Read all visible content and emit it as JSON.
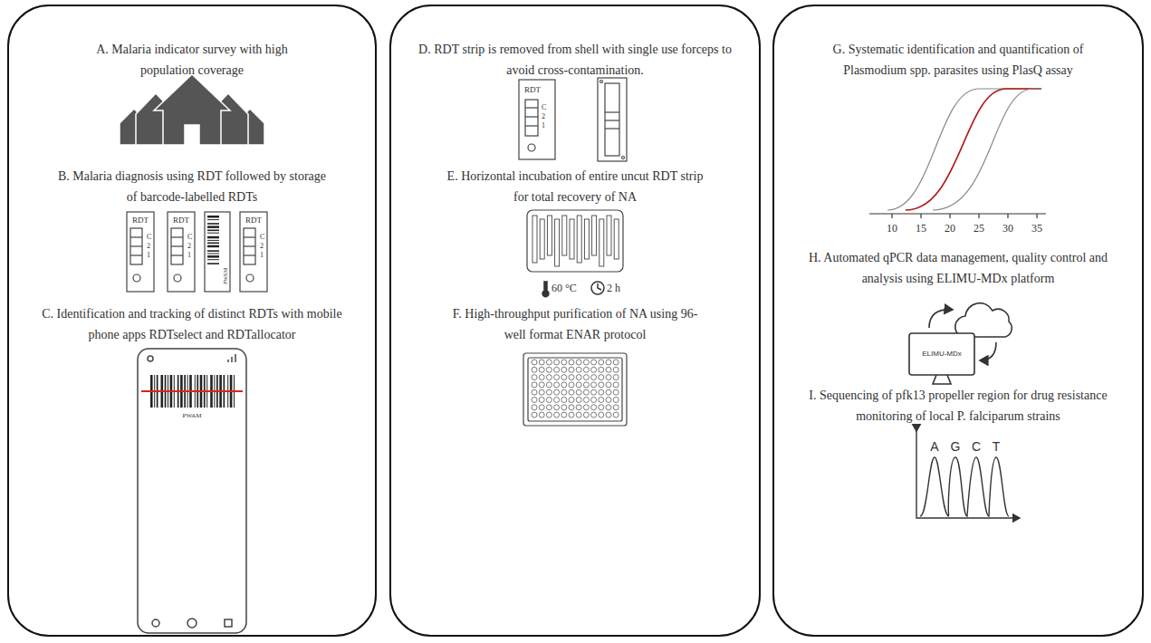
{
  "diagram": {
    "nodes": [
      {
        "text": [
          "A. Malaria indicator survey with high population coverage",
          "B. Malaria diagnosis using RDT followed by storage of barcode-labelled RDTs",
          "C. Identification and tracking of distinct RDTs with mobile phone apps RDTselect and RDTallocator"
        ]
      },
      {
        "text": [
          "D. RDT strip is removed from shell with single use forceps to avoid cross-contamination.",
          "E. Horizontal incubation of entire uncut RDT strip for total recovery of NA",
          "F. High-throughput purification of NA using 96-well format ENAR protocol"
        ]
      },
      {
        "text": [
          "G. Systematic identification and quantification of Plasmodium spp. parasites using PlasQ assay",
          "H. Automated qPCR data management, quality control and analysis using ELIMU-MDx platform",
          "I. Sequencing of pfk13 propeller region for drug resistance monitoring of local P. falciparum strains"
        ]
      }
    ],
    "labels": [
      "RDT",
      "C",
      "2",
      "1",
      "RDT",
      "C",
      "2",
      "1",
      "PWAM",
      "RDT",
      "C",
      "2",
      "1",
      "PWAM",
      "RDT",
      "C",
      "2",
      "1",
      "60 °C",
      "2 h",
      "10",
      "15",
      "20",
      "25",
      "30",
      "35",
      "ELIMU-MDx",
      "A",
      "G",
      "C",
      "T"
    ]
  }
}
